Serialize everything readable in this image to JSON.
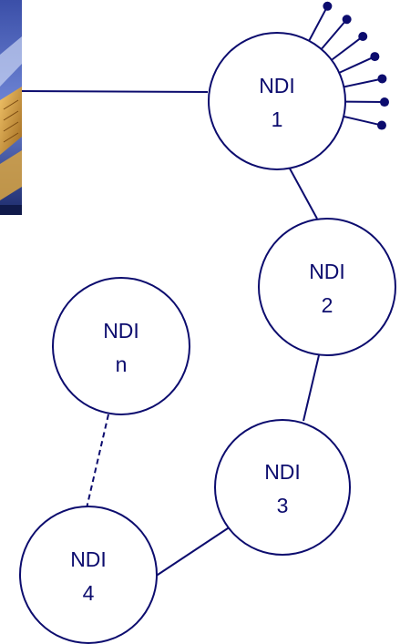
{
  "colors": {
    "stroke": "#0c0c6e",
    "node_fill": "#ffffff",
    "background": "#ffffff"
  },
  "image": {
    "icon": "satellite-photo"
  },
  "nodes": [
    {
      "id": "ndi-1",
      "name": "NDI",
      "number": "1"
    },
    {
      "id": "ndi-2",
      "name": "NDI",
      "number": "2"
    },
    {
      "id": "ndi-3",
      "name": "NDI",
      "number": "3"
    },
    {
      "id": "ndi-4",
      "name": "NDI",
      "number": "4"
    },
    {
      "id": "ndi-n",
      "name": "NDI",
      "number": "n"
    }
  ],
  "edges": [
    {
      "from": "image",
      "to": "ndi-1",
      "style": "solid"
    },
    {
      "from": "ndi-1",
      "to": "ndi-2",
      "style": "solid"
    },
    {
      "from": "ndi-2",
      "to": "ndi-3",
      "style": "solid"
    },
    {
      "from": "ndi-3",
      "to": "ndi-4",
      "style": "solid"
    },
    {
      "from": "ndi-4",
      "to": "ndi-n",
      "style": "dashed"
    }
  ],
  "antenna_count": 7
}
